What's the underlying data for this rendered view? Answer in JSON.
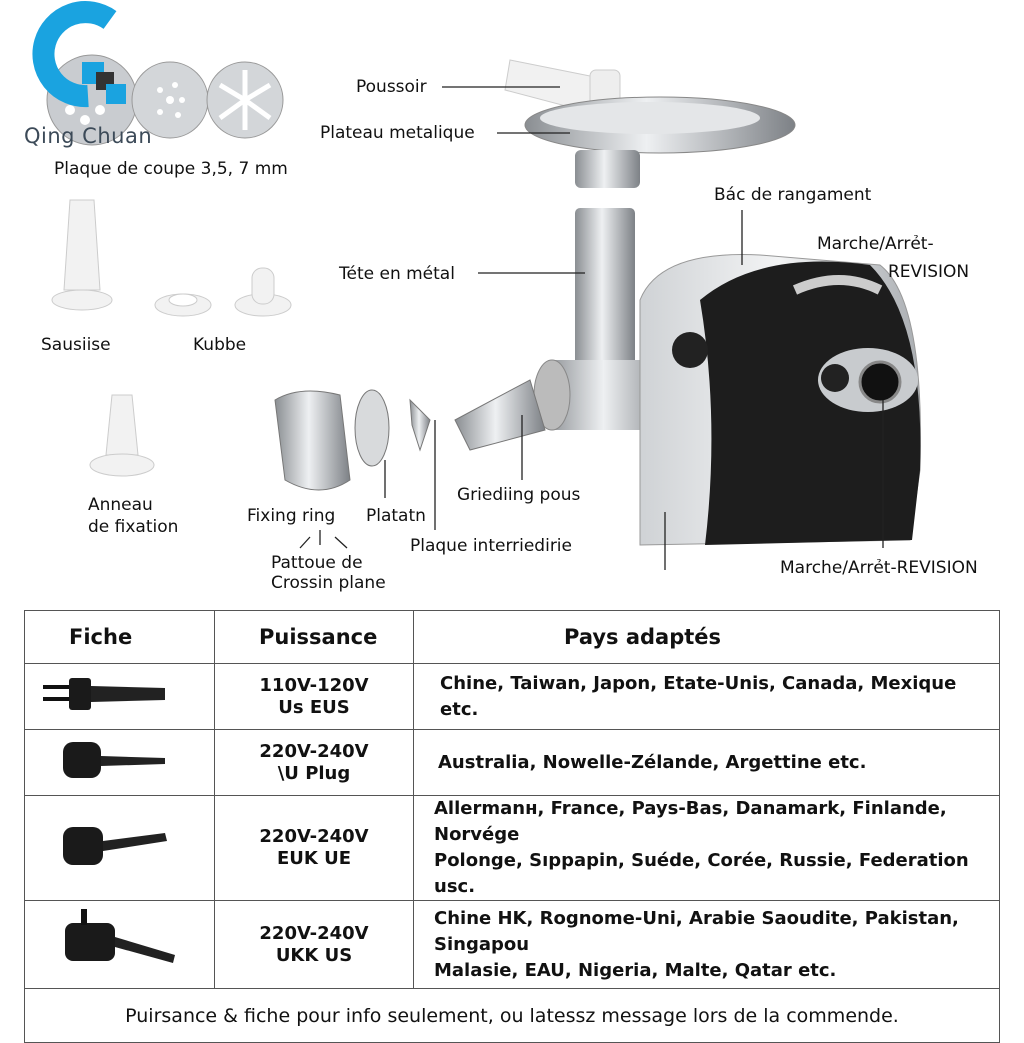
{
  "brand": {
    "logo_text": "Qing Chuan",
    "accent": "#1aa3e0"
  },
  "labels": {
    "cutting_plates": "Plaque de coupe 3,5, 7 mm",
    "pusher": "Poussoir",
    "tray": "Plateau metalique",
    "storage": "Bác de rangament",
    "switch_top_1": "Marche/Arrẻt-",
    "switch_top_2": "REVISION",
    "head": "Téte en métal",
    "sausage": "Sausiise",
    "kubbe": "Kubbe",
    "ring_1": "Anneau",
    "ring_2": "de fixation",
    "fixing_ring": "Fixing ring",
    "plate": "Platatn",
    "grinding": "Griediing pous",
    "inter_plate": "Plaque interriedirie",
    "crossin_1": "Pattoue de",
    "crossin_2": "Crossin plane",
    "switch_bottom": "Marche/Arrẻt-REVISION"
  },
  "table": {
    "headers": [
      "Fiche",
      "Puissance",
      "Pays adaptés"
    ],
    "rows": [
      {
        "plug": "us-plug-icon",
        "power": [
          "110V-120V",
          "Us EUS"
        ],
        "countries": [
          "Chine, Taiwan, Japon, Etate-Unis, Canada, Mexique etc."
        ]
      },
      {
        "plug": "au-plug-icon",
        "power": [
          "220V-240V",
          "\\U Plug"
        ],
        "countries": [
          "Australia, Nowelle-Zélande, Argettine etc."
        ]
      },
      {
        "plug": "eu-plug-icon",
        "power": [
          "220V-240V",
          "EUK UE"
        ],
        "countries": [
          "Allermanн, France, Pays-Bas, Danamark, Finlande, Norvége",
          "Polonge, Sıppapin, Suéde, Corée, Russie, Federation usc."
        ]
      },
      {
        "plug": "uk-plug-icon",
        "power": [
          "220V-240V",
          "UKK US"
        ],
        "countries": [
          "Chine HK, Rognome-Uni, Arabie Saoudite, Pakistan, Singapou",
          "Malasie, EAU, Nigeria, Malte, Qatar etc."
        ]
      }
    ],
    "footer": "Puirsance & fiche pour info seulement, ou latessz message lors de la commende."
  }
}
